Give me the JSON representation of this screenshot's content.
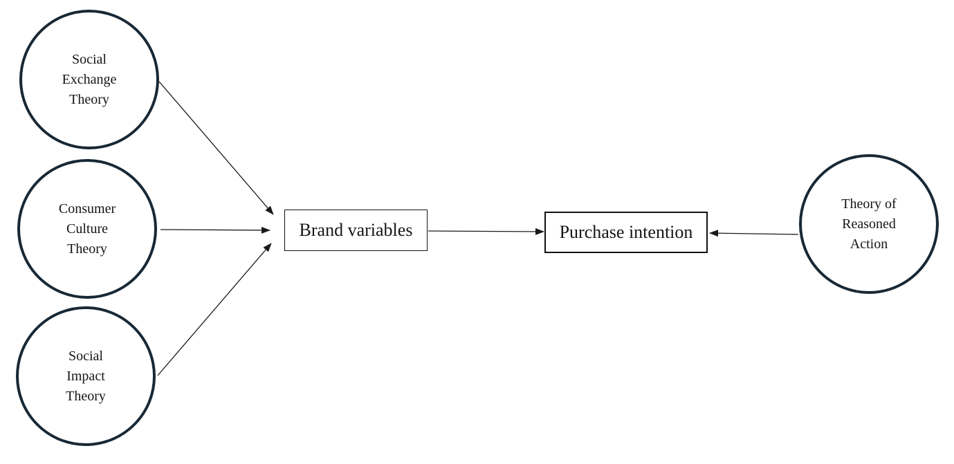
{
  "diagram": {
    "type": "concept-flow",
    "nodes": {
      "social_exchange": {
        "label": "Social\nExchange\nTheory",
        "shape": "circle"
      },
      "consumer_culture": {
        "label": "Consumer\nCulture\nTheory",
        "shape": "circle"
      },
      "social_impact": {
        "label": "Social\nImpact\nTheory",
        "shape": "circle"
      },
      "brand_variables": {
        "label": "Brand variables",
        "shape": "rectangle"
      },
      "purchase_intention": {
        "label": "Purchase intention",
        "shape": "rectangle"
      },
      "theory_of_reasoned_action": {
        "label": "Theory of\nReasoned\nAction",
        "shape": "circle"
      }
    },
    "edges": [
      {
        "from": "social_exchange",
        "to": "brand_variables",
        "style": "arrow"
      },
      {
        "from": "consumer_culture",
        "to": "brand_variables",
        "style": "arrow"
      },
      {
        "from": "social_impact",
        "to": "brand_variables",
        "style": "arrow"
      },
      {
        "from": "brand_variables",
        "to": "purchase_intention",
        "style": "arrow"
      },
      {
        "from": "theory_of_reasoned_action",
        "to": "purchase_intention",
        "style": "arrow"
      }
    ],
    "colors": {
      "background": "#ffffff",
      "circle_border": "#182835",
      "box_border": "#111111",
      "text": "#151515",
      "arrow": "#1a1a1a"
    }
  }
}
